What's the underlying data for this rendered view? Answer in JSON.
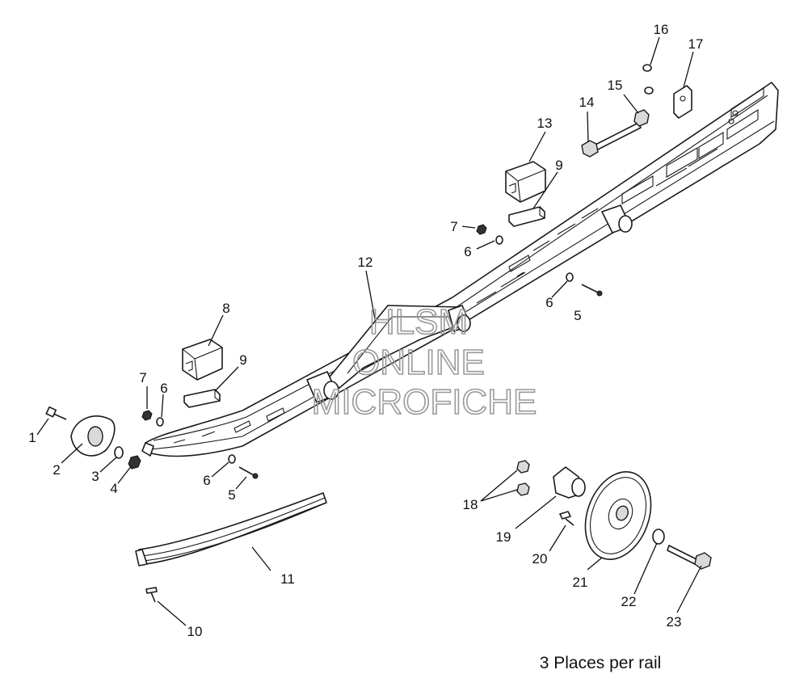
{
  "diagram": {
    "note": "3 Places per rail",
    "watermark": [
      "HLSM",
      "ONLINE",
      "MICROFICHE"
    ],
    "callouts": {
      "c1": "1",
      "c2": "2",
      "c3": "3",
      "c4": "4",
      "c5a": "5",
      "c5b": "5",
      "c6a": "6",
      "c6b": "6",
      "c6c": "6",
      "c6d": "6",
      "c7a": "7",
      "c7b": "7",
      "c8": "8",
      "c9a": "9",
      "c9b": "9",
      "c10": "10",
      "c11": "11",
      "c12": "12",
      "c13": "13",
      "c14": "14",
      "c15": "15",
      "c16": "16",
      "c17": "17",
      "c18": "18",
      "c19": "19",
      "c20": "20",
      "c21": "21",
      "c22": "22",
      "c23": "23"
    }
  }
}
